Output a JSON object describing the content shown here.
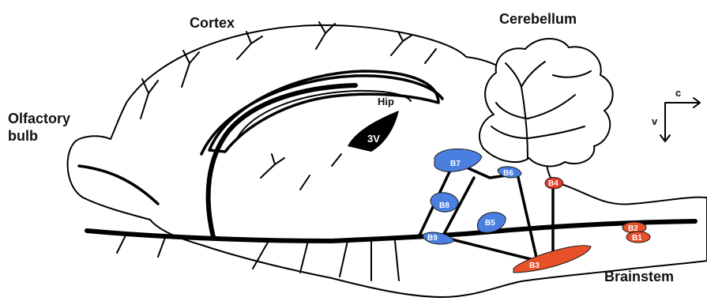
{
  "labels": {
    "cortex": "Cortex",
    "cerebellum": "Cerebellum",
    "olfactory_line1": "Olfactory",
    "olfactory_line2": "bulb",
    "brainstem": "Brainstem",
    "hippocampus": "Hip",
    "third_ventricle": "3V"
  },
  "orientation": {
    "caudal": "c",
    "ventral": "v"
  },
  "nuclei": [
    {
      "id": "B1",
      "label": "B1",
      "color": "#e8502a"
    },
    {
      "id": "B2",
      "label": "B2",
      "color": "#e8502a"
    },
    {
      "id": "B3",
      "label": "B3",
      "color": "#e8502a"
    },
    {
      "id": "B4",
      "label": "B4",
      "color": "#e03a2a"
    },
    {
      "id": "B5",
      "label": "B5",
      "color": "#4a7fe0"
    },
    {
      "id": "B6",
      "label": "B6",
      "color": "#4a7fe0"
    },
    {
      "id": "B7",
      "label": "B7",
      "color": "#4a7fe0"
    },
    {
      "id": "B8",
      "label": "B8",
      "color": "#4a7fe0"
    },
    {
      "id": "B9",
      "label": "B9",
      "color": "#4a7fe0"
    }
  ]
}
